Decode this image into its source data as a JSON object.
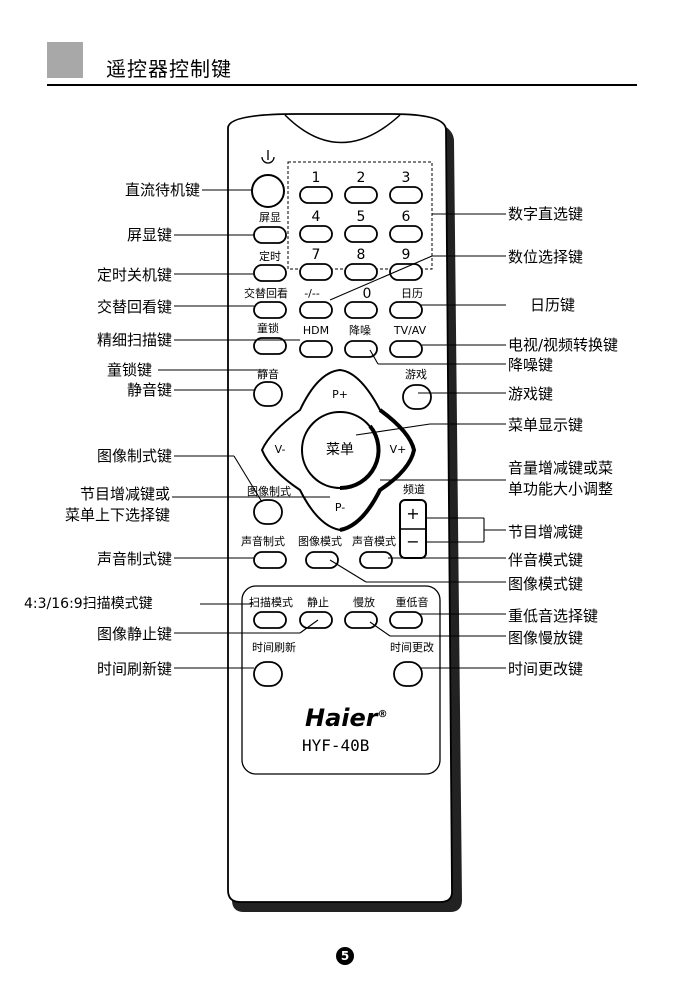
{
  "header": {
    "title": "遥控器控制键"
  },
  "labels": {
    "standby": "直流待机键",
    "osd": "屏显键",
    "timer": "定时关机键",
    "swap": "交替回看键",
    "fine": "精细扫描键",
    "childlock": "童锁键",
    "mute": "静音键",
    "picformat": "图像制式键",
    "progupdown": "节目增减键或\n菜单上下选择键",
    "soundformat": "声音制式键",
    "scanmode": "4:3/16:9扫描模式键",
    "freeze": "图像静止键",
    "timerefresh": "时间刷新键",
    "digits": "数字直选键",
    "digitsel": "数位选择键",
    "calendar": "日历键",
    "tvav": "电视/视频转换键",
    "noise": "降噪键",
    "game": "游戏键",
    "menudisp": "菜单显示键",
    "volume": "音量增减键或菜\n单功能大小调整",
    "progplus": "节目增减键",
    "audiomode": "伴音模式键",
    "picmode": "图像模式键",
    "bass": "重低音选择键",
    "slowplay": "图像慢放键",
    "timechange": "时间更改键"
  },
  "buttons": {
    "power_icon": "⏻",
    "osd": "屏显",
    "timer": "定时",
    "swap": "交替回看",
    "digitsel": "-/--",
    "zero": "0",
    "calendar": "日历",
    "hdm": "HDM",
    "childlock": "童锁",
    "noise": "降噪",
    "tvav": "TV/AV",
    "mute": "静音",
    "game": "游戏",
    "p_plus": "P+",
    "p_minus": "P-",
    "v_minus": "V-",
    "v_plus": "V+",
    "menu": "菜单",
    "picformat": "图像制式",
    "channel": "频道",
    "ch_plus": "+",
    "ch_minus": "−",
    "soundformat": "声音制式",
    "picmode": "图像模式",
    "audiomode": "声音模式",
    "scanmode": "扫描模式",
    "freeze": "静止",
    "slow": "慢放",
    "bass": "重低音",
    "timerefresh": "时间刷新",
    "timechange": "时间更改",
    "digits": [
      "1",
      "2",
      "3",
      "4",
      "5",
      "6",
      "7",
      "8",
      "9"
    ]
  },
  "brand": {
    "logo": "Haier",
    "registered": "®",
    "model": "HYF-40B"
  },
  "page": {
    "number": "5"
  }
}
